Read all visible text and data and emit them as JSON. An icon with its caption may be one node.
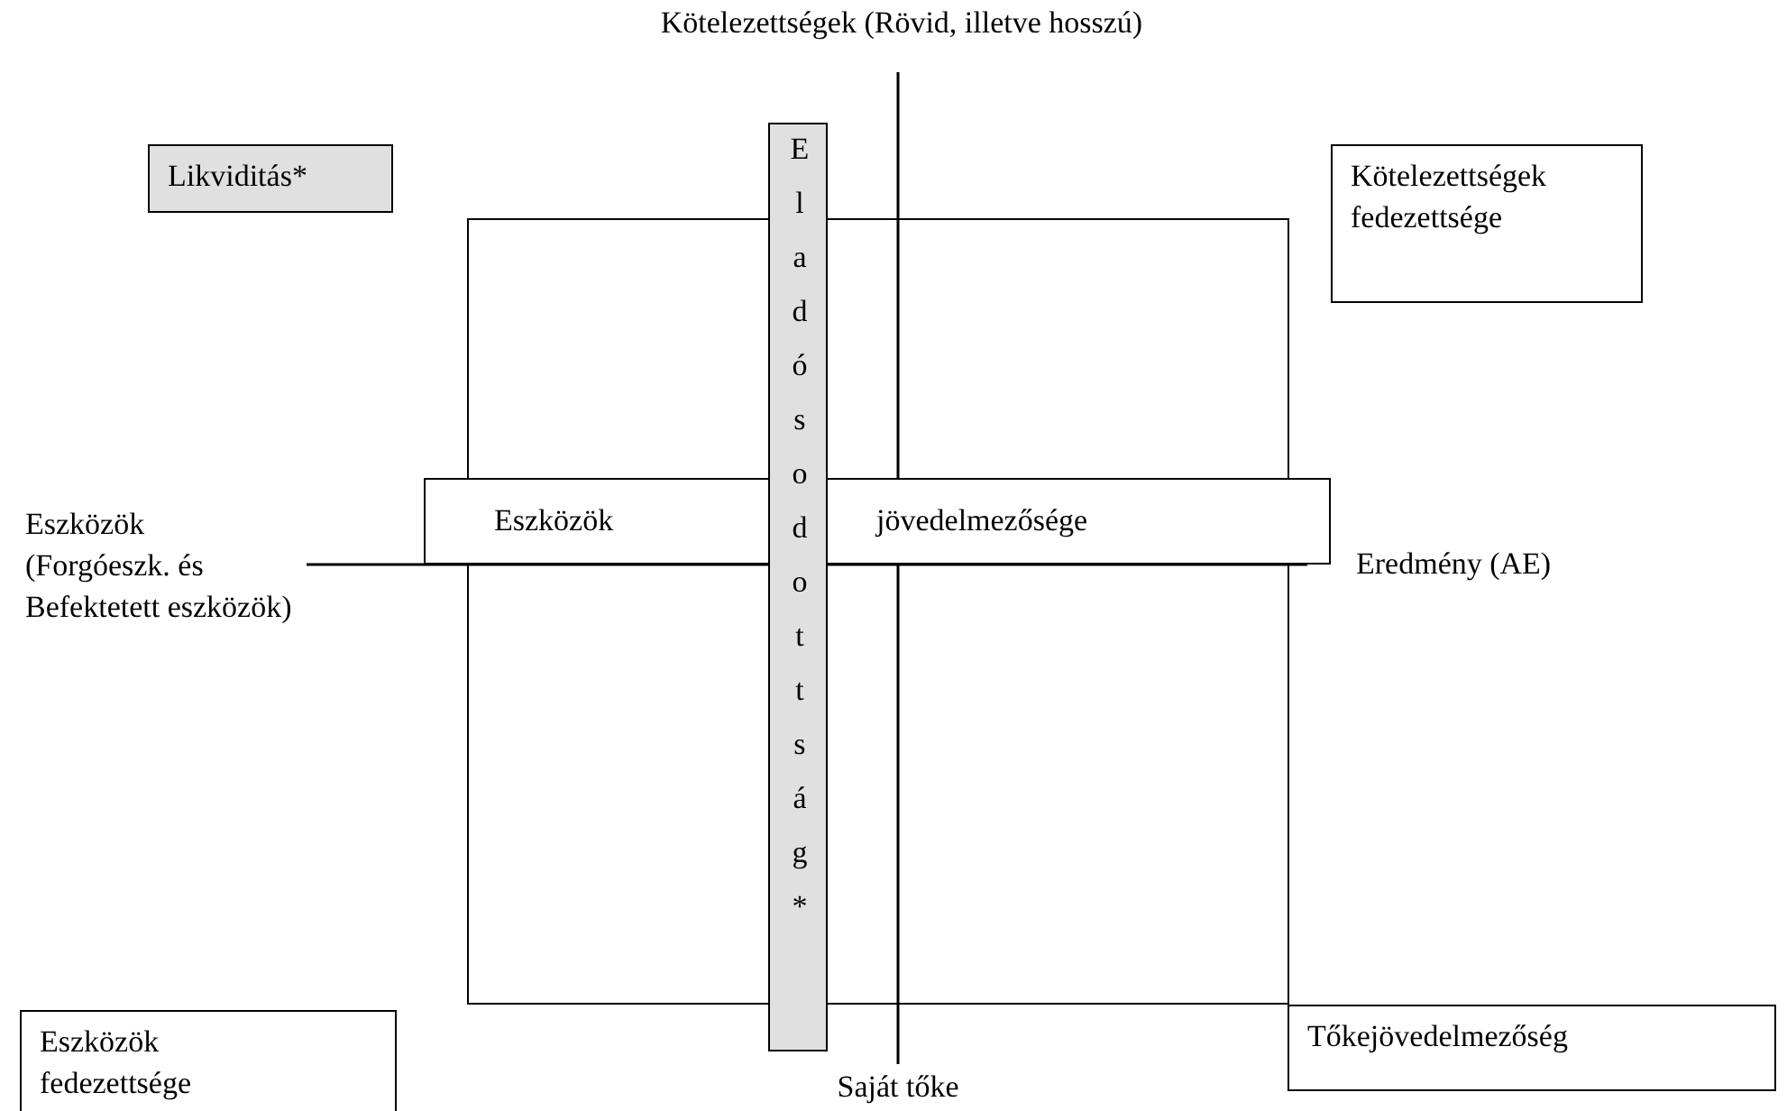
{
  "diagram": {
    "nodes": [
      {
        "text": [
          "Likviditás*"
        ]
      },
      {
        "text": [
          "Kötelezettségek fedezettsége"
        ]
      },
      {
        "text": [],
        "shape": "box"
      },
      {
        "text": [
          "Eszközök",
          "jövedelmezősége"
        ]
      },
      {
        "text": [
          "Eladósodottság*"
        ]
      },
      {
        "text": [
          "Eszközök fedezettsége"
        ]
      },
      {
        "text": [
          "Tőkejövedelmezőség"
        ]
      }
    ],
    "edges": [],
    "labels": [
      "Kötelezettségek (Rövid, illetve hosszú)",
      "Eszközök (Forgóeszk. és Befektetett eszközök)",
      "Eredmény (AE)",
      "Saját tőke"
    ]
  }
}
